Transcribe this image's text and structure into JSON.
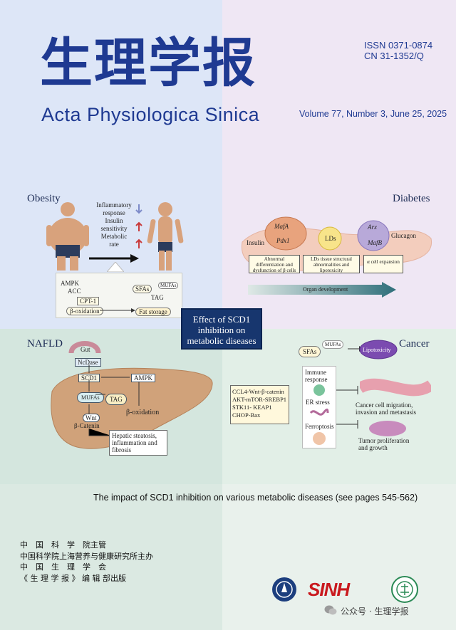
{
  "header": {
    "title_cn": "生理学报",
    "title_en": "Acta Physiologica Sinica",
    "issn": "ISSN  0371-0874",
    "cn": "CN  31-1352/Q",
    "volume": "Volume  77, Number 3, June 25, 2025"
  },
  "figure": {
    "center_label_1": "Effect of SCD1",
    "center_label_2": "inhibition on",
    "center_label_3": "metabolic diseases",
    "obesity": {
      "label": "Obesity",
      "items": [
        "Inflammatory",
        "response",
        "Insulin",
        "sensitivity",
        "Metabolic",
        "rate"
      ],
      "pathway": [
        "AMPK",
        "ACC",
        "CPT-1",
        "β-oxidation",
        "SFAs",
        "MUFAs",
        "TAG",
        "Fat storage"
      ]
    },
    "diabetes": {
      "label": "Diabetes",
      "markers": [
        "MafA",
        "Pdx1",
        "LDs",
        "Arx",
        "MafB",
        "Insulin",
        "Glucagon"
      ],
      "boxes": [
        "Abnormal differentiation and dysfunction of β cells",
        "LDs tissue structural abnormalities and lipotoxicity",
        "α cell expansion"
      ],
      "arrow": "Organ development"
    },
    "nafld": {
      "label": "NAFLD",
      "nodes": [
        "Gut",
        "NcDase",
        "SCD1",
        "MUFAs",
        "TAG",
        "AMPK",
        "Wnt",
        "β-Catenin",
        "β-oxidation"
      ],
      "outcome": [
        "Hepatic steatosis,",
        "inflammation and",
        "fibrosis"
      ]
    },
    "cancer": {
      "label": "Cancer",
      "top": [
        "SFAs",
        "MUFAs",
        "Lipotoxicity"
      ],
      "pathways": [
        "CCL4-Wnt-β-catenin",
        "AKT-mTOR-SREBP1",
        "STK11- KEAP1",
        "CHOP-Bax"
      ],
      "middle": [
        "Immune",
        "response",
        "ER stress",
        "Ferroptosis"
      ],
      "outcomes": [
        "Cancer cell migration,",
        "invasion and metastasis",
        "Tumor proliferation",
        "and growth"
      ]
    }
  },
  "caption": "The impact of SCD1 inhibition on various metabolic diseases (see pages 545-562)",
  "publisher": {
    "line1_name": "中　国　科　学　院",
    "line1_role": "主管",
    "line2_name": "中国科学院上海营养与健康研究所",
    "line2_role": "主办",
    "line3_name": "中　国　生　理　学　会",
    "line4_name": "《 生 理 学 报 》 编 辑 部",
    "line4_role": "出版"
  },
  "logos": {
    "sinh": "SINH",
    "seal": "中国生理学会"
  },
  "watermark": "公众号 · 生理学报",
  "colors": {
    "title": "#1f3a92",
    "center_box": "#17366e",
    "sinh_red": "#c9191e",
    "arrow_teal": "#2f6f7a"
  }
}
